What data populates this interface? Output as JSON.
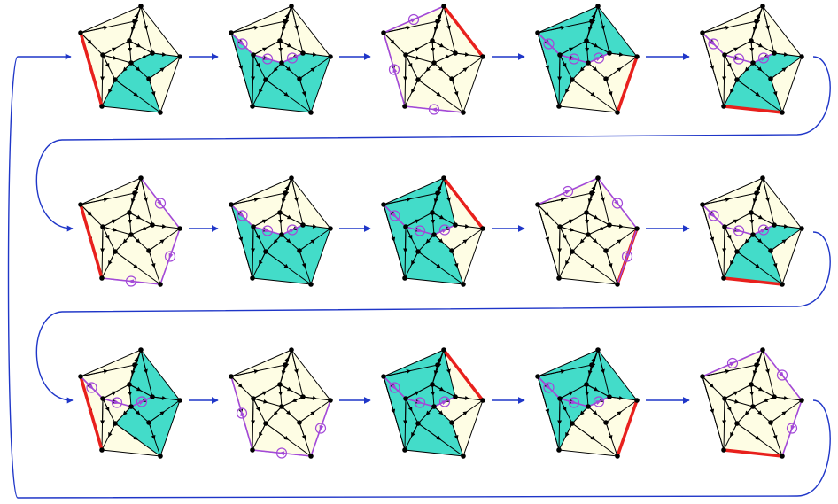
{
  "colors": {
    "light_face": "#fefde4",
    "shaded_face": "#43dcc9",
    "edge": "#000000",
    "red_edge": "#e8201c",
    "violet": "#a349d8",
    "flow": "#1f36c8"
  },
  "panels": [
    {
      "frame": 1,
      "shade": "top-right",
      "red": "left",
      "violet": "none"
    },
    {
      "frame": 2,
      "shade": "bottom-left",
      "red": "top-left",
      "violet": "inner"
    },
    {
      "frame": 3,
      "shade": "none",
      "red": "top-right",
      "violet": "left-side"
    },
    {
      "frame": 4,
      "shade": "top",
      "red": "bottom-right",
      "violet": "inner"
    },
    {
      "frame": 5,
      "shade": "top-right",
      "red": "bottom-left",
      "violet": "inner"
    },
    {
      "frame": 6,
      "shade": "none",
      "red": "left",
      "violet": "right-side"
    },
    {
      "frame": 7,
      "shade": "bottom-left",
      "red": "top-left",
      "violet": "inner"
    },
    {
      "frame": 8,
      "shade": "left",
      "red": "top-right",
      "violet": "inner"
    },
    {
      "frame": 9,
      "shade": "none",
      "red": "bottom-right",
      "violet": "top-side"
    },
    {
      "frame": 10,
      "shade": "top-right",
      "red": "bottom-left",
      "violet": "inner"
    },
    {
      "frame": 11,
      "shade": "right",
      "red": "left",
      "violet": "inner"
    },
    {
      "frame": 12,
      "shade": "none",
      "red": "top-left",
      "violet": "bottom-side"
    },
    {
      "frame": 13,
      "shade": "left",
      "red": "top-right",
      "violet": "inner"
    },
    {
      "frame": 14,
      "shade": "top",
      "red": "bottom-right",
      "violet": "inner"
    },
    {
      "frame": 15,
      "shade": "none",
      "red": "bottom-left",
      "violet": "top-side"
    }
  ]
}
